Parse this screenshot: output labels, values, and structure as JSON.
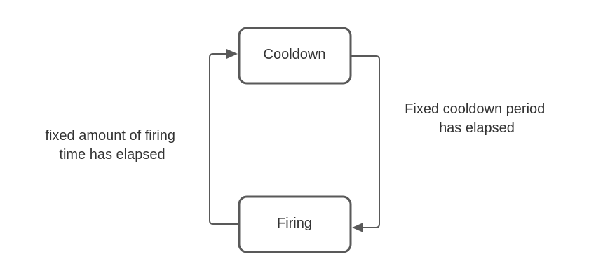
{
  "states": {
    "cooldown": "Cooldown",
    "firing": "Firing"
  },
  "transitions": {
    "cooldown_to_firing": {
      "line1": "Fixed cooldown period",
      "line2": "has elapsed"
    },
    "firing_to_cooldown": {
      "line1": "fixed amount of firing",
      "line2": "time has elapsed"
    }
  },
  "colors": {
    "stroke": "#595959",
    "text": "#333333",
    "background": "#ffffff"
  }
}
